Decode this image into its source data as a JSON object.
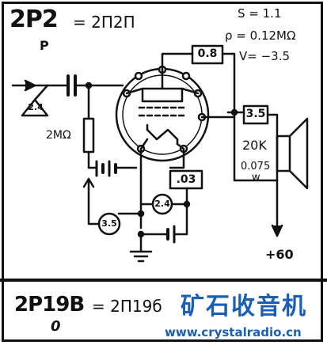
{
  "tube": {
    "name": "2P2",
    "equivalent": "= 2П2П",
    "subtype": "P"
  },
  "specs": {
    "s": "S = 1.1",
    "rho": "ρ = 0.12MΩ",
    "v": "V= −3.5"
  },
  "components": {
    "plate_voltage": "0.8",
    "input_voltage": "2.4",
    "grid_resistor": "2MΩ",
    "screen_voltage": "3.5",
    "speaker_impedance": "20K",
    "speaker_power": "0.075",
    "speaker_power_unit": "w",
    "cathode_voltage_1": ".03",
    "heater_voltage": "2.4",
    "bias_voltage": "3.5",
    "supply": "+60"
  },
  "second_tube": {
    "name": "2P19B",
    "equivalent": "= 2П19б",
    "subtype": "0"
  },
  "watermark": {
    "brand": "矿石收音机",
    "url": "www.crystalradio.cn",
    "color": "#1a5fb4"
  }
}
